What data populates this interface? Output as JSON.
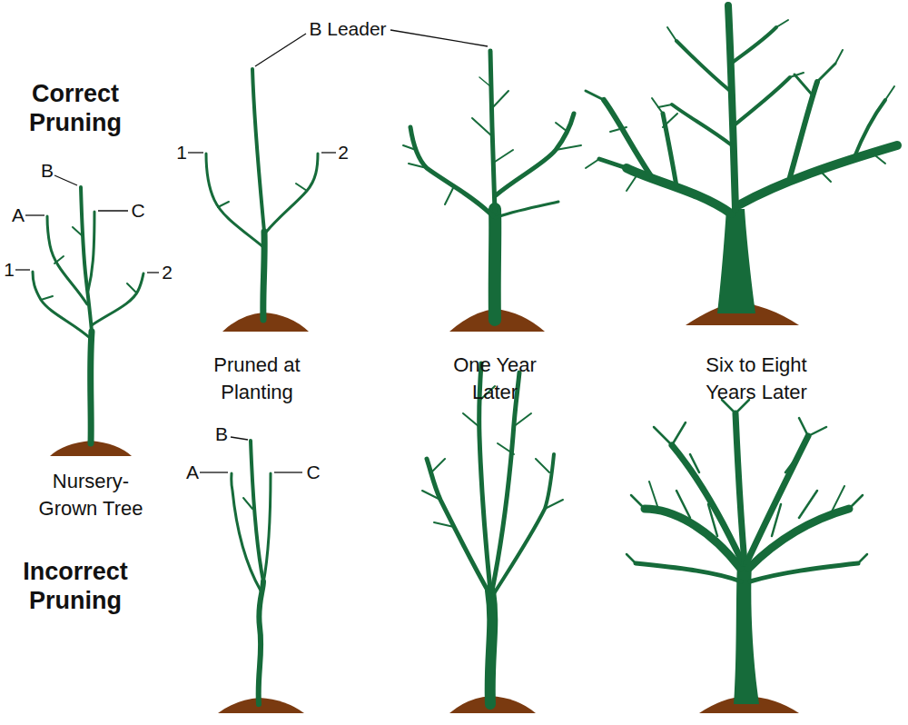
{
  "diagram": {
    "labels": [
      "Correct Pruning",
      "B Leader",
      "1",
      "2",
      "B",
      "A",
      "C",
      "1",
      "2",
      "Pruned at Planting",
      "One Year Later",
      "Six to Eight Years Later",
      "Nursery-Grown Tree",
      "Incorrect Pruning",
      "B",
      "A",
      "C"
    ]
  }
}
